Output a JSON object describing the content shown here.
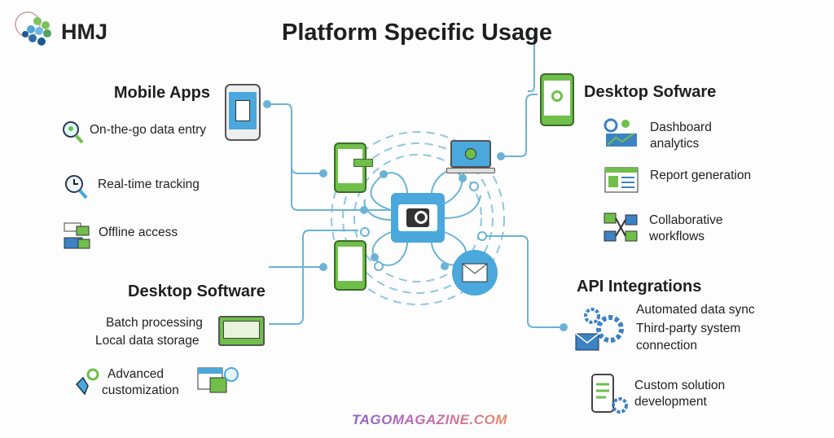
{
  "header": {
    "logo_text": "HMJ",
    "title": "Platform Specific Usage"
  },
  "mobile_apps": {
    "heading": "Mobile Apps",
    "items": [
      "On-the-go data entry",
      "Real-time tracking",
      "Offline access"
    ]
  },
  "desktop_software_left": {
    "heading": "Desktop Software",
    "items": [
      "Batch processing",
      "Local data storage",
      "Advanced",
      "customization"
    ]
  },
  "desktop_software_right": {
    "heading": "Desktop Sofware",
    "items": [
      "Dashboard",
      "analytics",
      "Report generation",
      "Collaborative",
      "workflows"
    ]
  },
  "api_integrations": {
    "heading": "API Integrations",
    "items": [
      "Automated data sync",
      "Third-party system",
      "connection",
      "Custom solution",
      "development"
    ]
  },
  "watermark": "TAGOMAGAZINE.COM",
  "colors": {
    "line": "#6bb3d6",
    "blue": "#4aa8dc",
    "green": "#6fbf4a",
    "dark": "#2b2b2b"
  }
}
